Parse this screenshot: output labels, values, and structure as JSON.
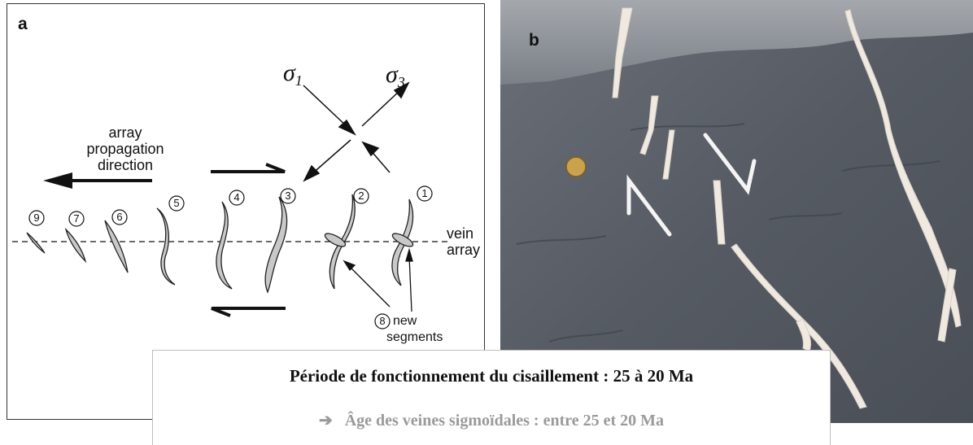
{
  "panel_a": {
    "label": "a",
    "sigma1_symbol": "σ",
    "sigma1_sub": "1",
    "sigma3_symbol": "σ",
    "sigma3_sub": "3",
    "propagation_lines": [
      "array",
      "propagation",
      "direction"
    ],
    "vein_array_lines": [
      "vein",
      "array"
    ],
    "new_segments_lines": [
      "new",
      "segments"
    ],
    "vein_numbers": [
      "9",
      "7",
      "6",
      "5",
      "4",
      "3",
      "2",
      "1"
    ],
    "new_segment_number": "8"
  },
  "panel_b": {
    "label": "b"
  },
  "caption": {
    "title": "Période de fonctionnement du cisaillement : 25 à 20 Ma",
    "arrow": "➔",
    "conclusion": "Âge des veines sigmoïdales : entre 25 et 20 Ma"
  },
  "colors": {
    "vein_fill": "#c8c8c8",
    "rock": "#5b6068",
    "vein_white": "#efe9df",
    "conclusion_text": "#9a9a9a"
  }
}
